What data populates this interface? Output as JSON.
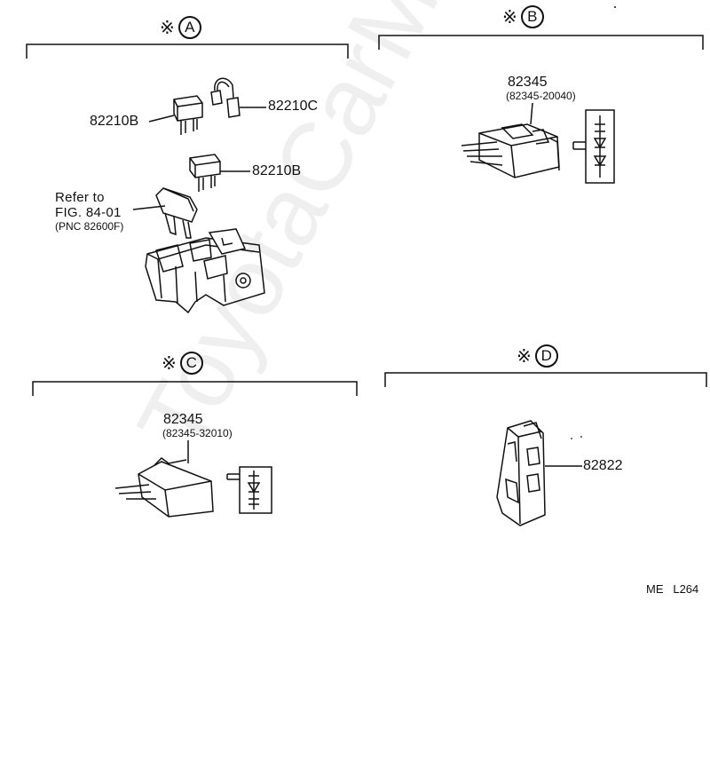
{
  "sections": {
    "a": {
      "mark": "※",
      "letter": "A"
    },
    "b": {
      "mark": "※",
      "letter": "B"
    },
    "c": {
      "mark": "※",
      "letter": "C"
    },
    "d": {
      "mark": "※",
      "letter": "D"
    }
  },
  "parts": {
    "a_fuse_left": "82210B",
    "a_fuse_right": "82210C",
    "a_fuse_mid": "82210B",
    "a_refer_line1": "Refer to",
    "a_refer_line2": "FIG. 84-01",
    "a_refer_line3": "(PNC 82600F)",
    "b_relay": "82345",
    "b_relay_alt": "(82345-20040)",
    "c_relay": "82345",
    "c_relay_alt": "(82345-32010)",
    "d_clip": "82822"
  },
  "footer_code": "ME   L264",
  "watermark": "ToyotaCarMine.ru"
}
